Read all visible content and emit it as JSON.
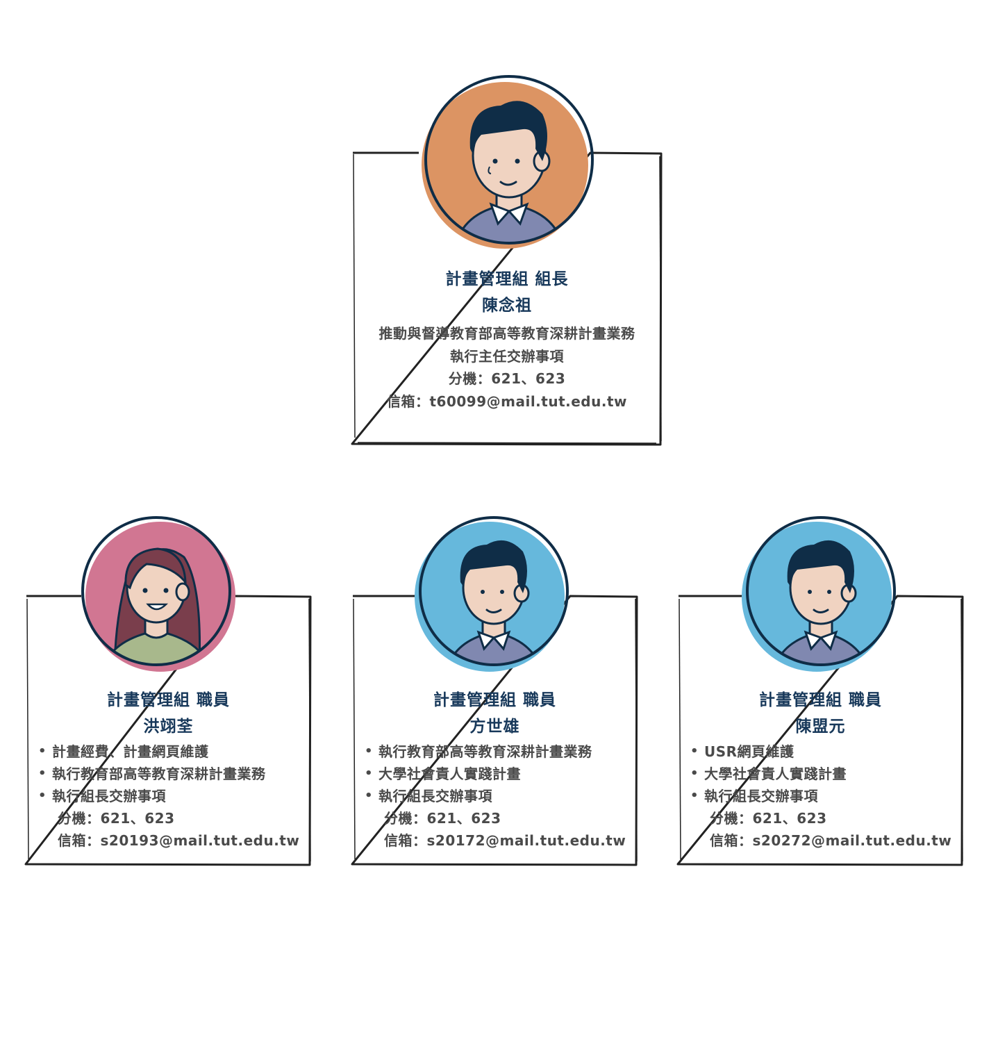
{
  "colors": {
    "ink": "#17385a",
    "body_text": "#4a4a4a",
    "skin": "#f0d3c1",
    "hair_dark": "#0f2d47",
    "hair_female": "#7a3e4c",
    "shirt_purple": "#8088b0",
    "shirt_green": "#a8b88c"
  },
  "leader": {
    "avatar_icon": "male-avatar-icon",
    "accent_color": "#dc9463",
    "title": "計畫管理組  組長",
    "name": "陳念祖",
    "lines": [
      "推動與督導教育部高等教育深耕計畫業務",
      "執行主任交辦事項",
      "分機：621、623",
      "信箱：t60099@mail.tut.edu.tw"
    ]
  },
  "staff": [
    {
      "avatar_icon": "female-avatar-icon",
      "accent_color": "#d17692",
      "title": "計畫管理組  職員",
      "name": "洪翊荃",
      "duties": [
        "計畫經費、計畫網頁維護",
        "執行教育部高等教育深耕計畫業務",
        "執行組長交辦事項"
      ],
      "ext": "分機：621、623",
      "email": "信箱：s20193@mail.tut.edu.tw"
    },
    {
      "avatar_icon": "male-avatar-icon",
      "accent_color": "#66b8dc",
      "title": "計畫管理組  職員",
      "name": "方世雄",
      "duties": [
        "執行教育部高等教育深耕計畫業務",
        "大學社會責人實踐計畫",
        "執行組長交辦事項"
      ],
      "ext": "分機：621、623",
      "email": "信箱：s20172@mail.tut.edu.tw"
    },
    {
      "avatar_icon": "male-avatar-icon",
      "accent_color": "#66b8dc",
      "title": "計畫管理組  職員",
      "name": "陳盟元",
      "duties": [
        "USR網頁維護",
        "大學社會責人實踐計畫",
        "執行組長交辦事項"
      ],
      "ext": "分機：621、623",
      "email": "信箱：s20272@mail.tut.edu.tw"
    }
  ]
}
